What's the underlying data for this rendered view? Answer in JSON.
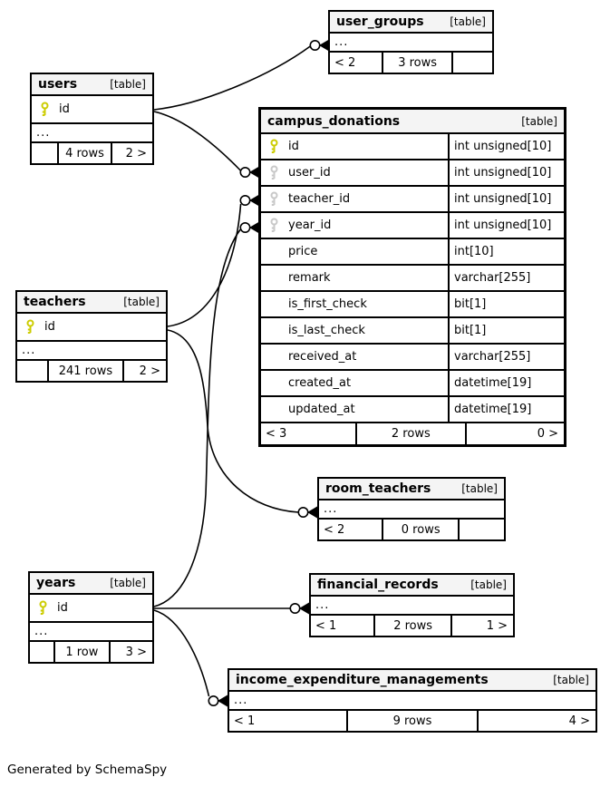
{
  "note": "Generated by SchemaSpy",
  "colors": {
    "primary_key": "#cccc00",
    "foreign_key": "#c8c8c8",
    "header_bg": "#f4f4f4",
    "line": "#000000"
  },
  "tables": {
    "users": {
      "name": "users",
      "tag": "[table]",
      "pk": "id",
      "more": "...",
      "footer": [
        "",
        "4 rows",
        "2 >"
      ]
    },
    "user_groups": {
      "name": "user_groups",
      "tag": "[table]",
      "more": "...",
      "footer": [
        "< 2",
        "3 rows",
        ""
      ]
    },
    "campus_donations": {
      "name": "campus_donations",
      "tag": "[table]",
      "columns": [
        {
          "name": "id",
          "type": "int unsigned[10]",
          "key": "primary"
        },
        {
          "name": "user_id",
          "type": "int unsigned[10]",
          "key": "foreign"
        },
        {
          "name": "teacher_id",
          "type": "int unsigned[10]",
          "key": "foreign"
        },
        {
          "name": "year_id",
          "type": "int unsigned[10]",
          "key": "foreign"
        },
        {
          "name": "price",
          "type": "int[10]",
          "key": ""
        },
        {
          "name": "remark",
          "type": "varchar[255]",
          "key": ""
        },
        {
          "name": "is_first_check",
          "type": "bit[1]",
          "key": ""
        },
        {
          "name": "is_last_check",
          "type": "bit[1]",
          "key": ""
        },
        {
          "name": "received_at",
          "type": "varchar[255]",
          "key": ""
        },
        {
          "name": "created_at",
          "type": "datetime[19]",
          "key": ""
        },
        {
          "name": "updated_at",
          "type": "datetime[19]",
          "key": ""
        }
      ],
      "footer": [
        "< 3",
        "2 rows",
        "0 >"
      ]
    },
    "teachers": {
      "name": "teachers",
      "tag": "[table]",
      "pk": "id",
      "more": "...",
      "footer": [
        "",
        "241 rows",
        "2 >"
      ]
    },
    "room_teachers": {
      "name": "room_teachers",
      "tag": "[table]",
      "more": "...",
      "footer": [
        "< 2",
        "0 rows",
        ""
      ]
    },
    "years": {
      "name": "years",
      "tag": "[table]",
      "pk": "id",
      "more": "...",
      "footer": [
        "",
        "1 row",
        "3 >"
      ]
    },
    "financial_records": {
      "name": "financial_records",
      "tag": "[table]",
      "more": "...",
      "footer": [
        "< 1",
        "2 rows",
        "1 >"
      ]
    },
    "income_expenditure_managements": {
      "name": "income_expenditure_managements",
      "tag": "[table]",
      "more": "...",
      "footer": [
        "< 1",
        "9 rows",
        "4 >"
      ]
    }
  }
}
